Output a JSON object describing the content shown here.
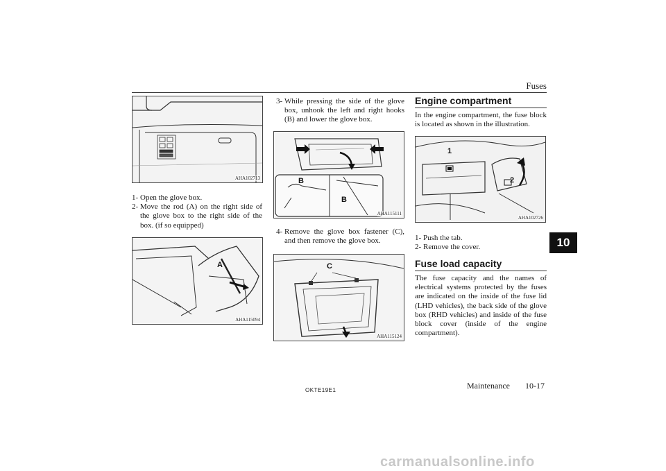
{
  "header": {
    "section_title": "Fuses"
  },
  "tab": {
    "chapter": "10"
  },
  "figures": {
    "fig1": {
      "code": "AHA102713"
    },
    "fig2": {
      "code": "AHA115094",
      "callout_a": "A"
    },
    "fig3": {
      "code": "AHA115111",
      "callout_b1": "B",
      "callout_b2": "B"
    },
    "fig4": {
      "code": "AHA115124",
      "callout_c": "C"
    },
    "fig5": {
      "code": "AHA102726",
      "callout_1": "1",
      "callout_2": "2"
    }
  },
  "col1": {
    "steps": [
      {
        "num": "1-",
        "text": "Open the glove box."
      },
      {
        "num": "2-",
        "text": "Move the rod (A) on the right side of the glove box to the right side of the box. (if so equipped)"
      }
    ]
  },
  "col2": {
    "step3": {
      "num": "3-",
      "text": "While pressing the side of the glove box, unhook the left and right hooks (B) and lower the glove box."
    },
    "step4": {
      "num": "4-",
      "text": "Remove the glove box fastener (C), and then remove the glove box."
    }
  },
  "col3": {
    "heading1": "Engine compartment",
    "intro": "In the engine compartment, the fuse block is located as shown in the illustration.",
    "steps": [
      {
        "num": "1-",
        "text": "Push the tab."
      },
      {
        "num": "2-",
        "text": "Remove the cover."
      }
    ],
    "heading2": "Fuse load capacity",
    "paragraph": "The fuse capacity and the names of electrical systems protected by the fuses are indicated on the inside of the fuse lid (LHD vehicles), the back side of the glove box (RHD vehicles) and inside of the fuse block cover (inside of the engine compartment)."
  },
  "footer": {
    "doc_code": "OKTE19E1",
    "section": "Maintenance",
    "page": "10-17"
  },
  "watermark": "carmanualsonline.info"
}
